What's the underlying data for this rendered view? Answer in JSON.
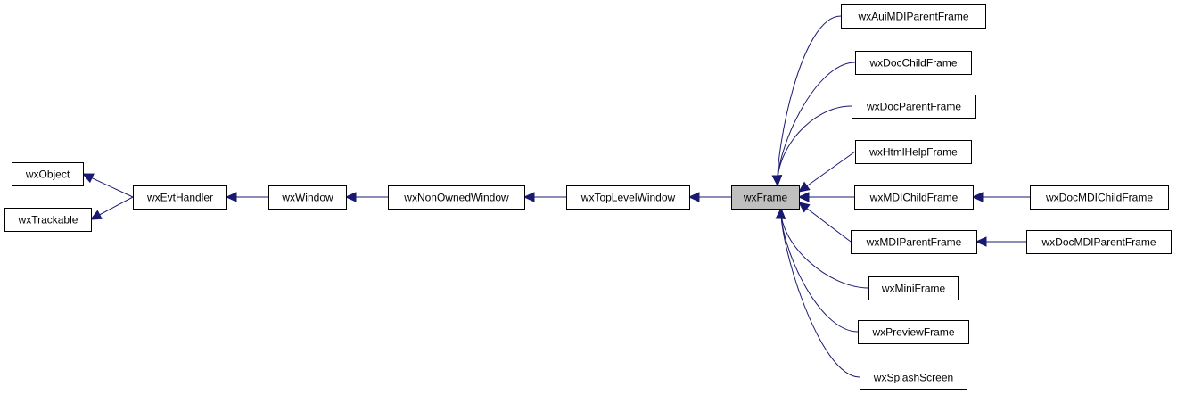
{
  "nodes": [
    {
      "id": "wxObject",
      "label": "wxObject",
      "highlight": false
    },
    {
      "id": "wxTrackable",
      "label": "wxTrackable",
      "highlight": false
    },
    {
      "id": "wxEvtHandler",
      "label": "wxEvtHandler",
      "highlight": false
    },
    {
      "id": "wxWindow",
      "label": "wxWindow",
      "highlight": false
    },
    {
      "id": "wxNonOwnedWindow",
      "label": "wxNonOwnedWindow",
      "highlight": false
    },
    {
      "id": "wxTopLevelWindow",
      "label": "wxTopLevelWindow",
      "highlight": false
    },
    {
      "id": "wxFrame",
      "label": "wxFrame",
      "highlight": true
    },
    {
      "id": "wxAuiMDIParentFrame",
      "label": "wxAuiMDIParentFrame",
      "highlight": false
    },
    {
      "id": "wxDocChildFrame",
      "label": "wxDocChildFrame",
      "highlight": false
    },
    {
      "id": "wxDocParentFrame",
      "label": "wxDocParentFrame",
      "highlight": false
    },
    {
      "id": "wxHtmlHelpFrame",
      "label": "wxHtmlHelpFrame",
      "highlight": false
    },
    {
      "id": "wxMDIChildFrame",
      "label": "wxMDIChildFrame",
      "highlight": false
    },
    {
      "id": "wxMDIParentFrame",
      "label": "wxMDIParentFrame",
      "highlight": false
    },
    {
      "id": "wxMiniFrame",
      "label": "wxMiniFrame",
      "highlight": false
    },
    {
      "id": "wxPreviewFrame",
      "label": "wxPreviewFrame",
      "highlight": false
    },
    {
      "id": "wxSplashScreen",
      "label": "wxSplashScreen",
      "highlight": false
    },
    {
      "id": "wxDocMDIChildFrame",
      "label": "wxDocMDIChildFrame",
      "highlight": false
    },
    {
      "id": "wxDocMDIParentFrame",
      "label": "wxDocMDIParentFrame",
      "highlight": false
    }
  ],
  "edges": [
    {
      "from": "wxEvtHandler",
      "to": "wxObject"
    },
    {
      "from": "wxEvtHandler",
      "to": "wxTrackable"
    },
    {
      "from": "wxWindow",
      "to": "wxEvtHandler"
    },
    {
      "from": "wxNonOwnedWindow",
      "to": "wxWindow"
    },
    {
      "from": "wxTopLevelWindow",
      "to": "wxNonOwnedWindow"
    },
    {
      "from": "wxFrame",
      "to": "wxTopLevelWindow"
    },
    {
      "from": "wxAuiMDIParentFrame",
      "to": "wxFrame"
    },
    {
      "from": "wxDocChildFrame",
      "to": "wxFrame"
    },
    {
      "from": "wxDocParentFrame",
      "to": "wxFrame"
    },
    {
      "from": "wxHtmlHelpFrame",
      "to": "wxFrame"
    },
    {
      "from": "wxMDIChildFrame",
      "to": "wxFrame"
    },
    {
      "from": "wxMDIParentFrame",
      "to": "wxFrame"
    },
    {
      "from": "wxMiniFrame",
      "to": "wxFrame"
    },
    {
      "from": "wxPreviewFrame",
      "to": "wxFrame"
    },
    {
      "from": "wxSplashScreen",
      "to": "wxFrame"
    },
    {
      "from": "wxDocMDIChildFrame",
      "to": "wxMDIChildFrame"
    },
    {
      "from": "wxDocMDIParentFrame",
      "to": "wxMDIParentFrame"
    }
  ],
  "colors": {
    "edge": "#191970",
    "node_border": "#000000",
    "node_fill": "#ffffff",
    "highlight_fill": "#bfbfbf"
  }
}
